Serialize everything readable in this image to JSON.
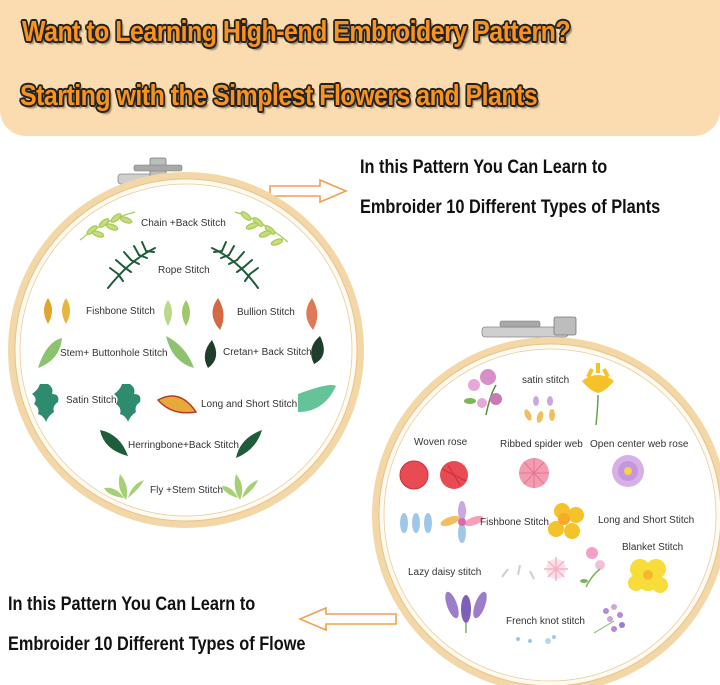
{
  "banner": {
    "line1": "Want to Learning High-end Embroidery Pattern?",
    "line2": "Starting with the Simplest Flowers and Plants"
  },
  "callout_plants": {
    "line1": "In this Pattern You Can Learn to",
    "line2": "Embroider 10 Different Types of Plants"
  },
  "callout_flowers": {
    "line1": "In this Pattern You Can Learn to",
    "line2": "Embroider 10 Different Types of Flowe"
  },
  "plants_hoop": {
    "labels": [
      "Chain +Back Stitch",
      "Rope Stitch",
      "Fishbone Stitch",
      "Bullion Stitch",
      "Stem+ Buttonhole Stitch",
      "Cretan+ Back Stitch",
      "Satin Stitch",
      "Long and Short Stitch",
      "Herringbone+Back Stitch",
      "Fly +Stem Stitch"
    ]
  },
  "flowers_hoop": {
    "labels": [
      "satin stitch",
      "Woven rose",
      "Ribbed  spider web",
      "Open center web rose",
      "Fishbone Stitch",
      "Long and Short Stitch",
      "Blanket Stitch",
      "Lazy daisy stitch",
      "French knot stitch"
    ]
  },
  "colors": {
    "banner_bg": "#fbdcb0",
    "banner_text": "#f7931e",
    "hoop_wood": "#f3d7a6",
    "arrow": "#f0a050"
  }
}
